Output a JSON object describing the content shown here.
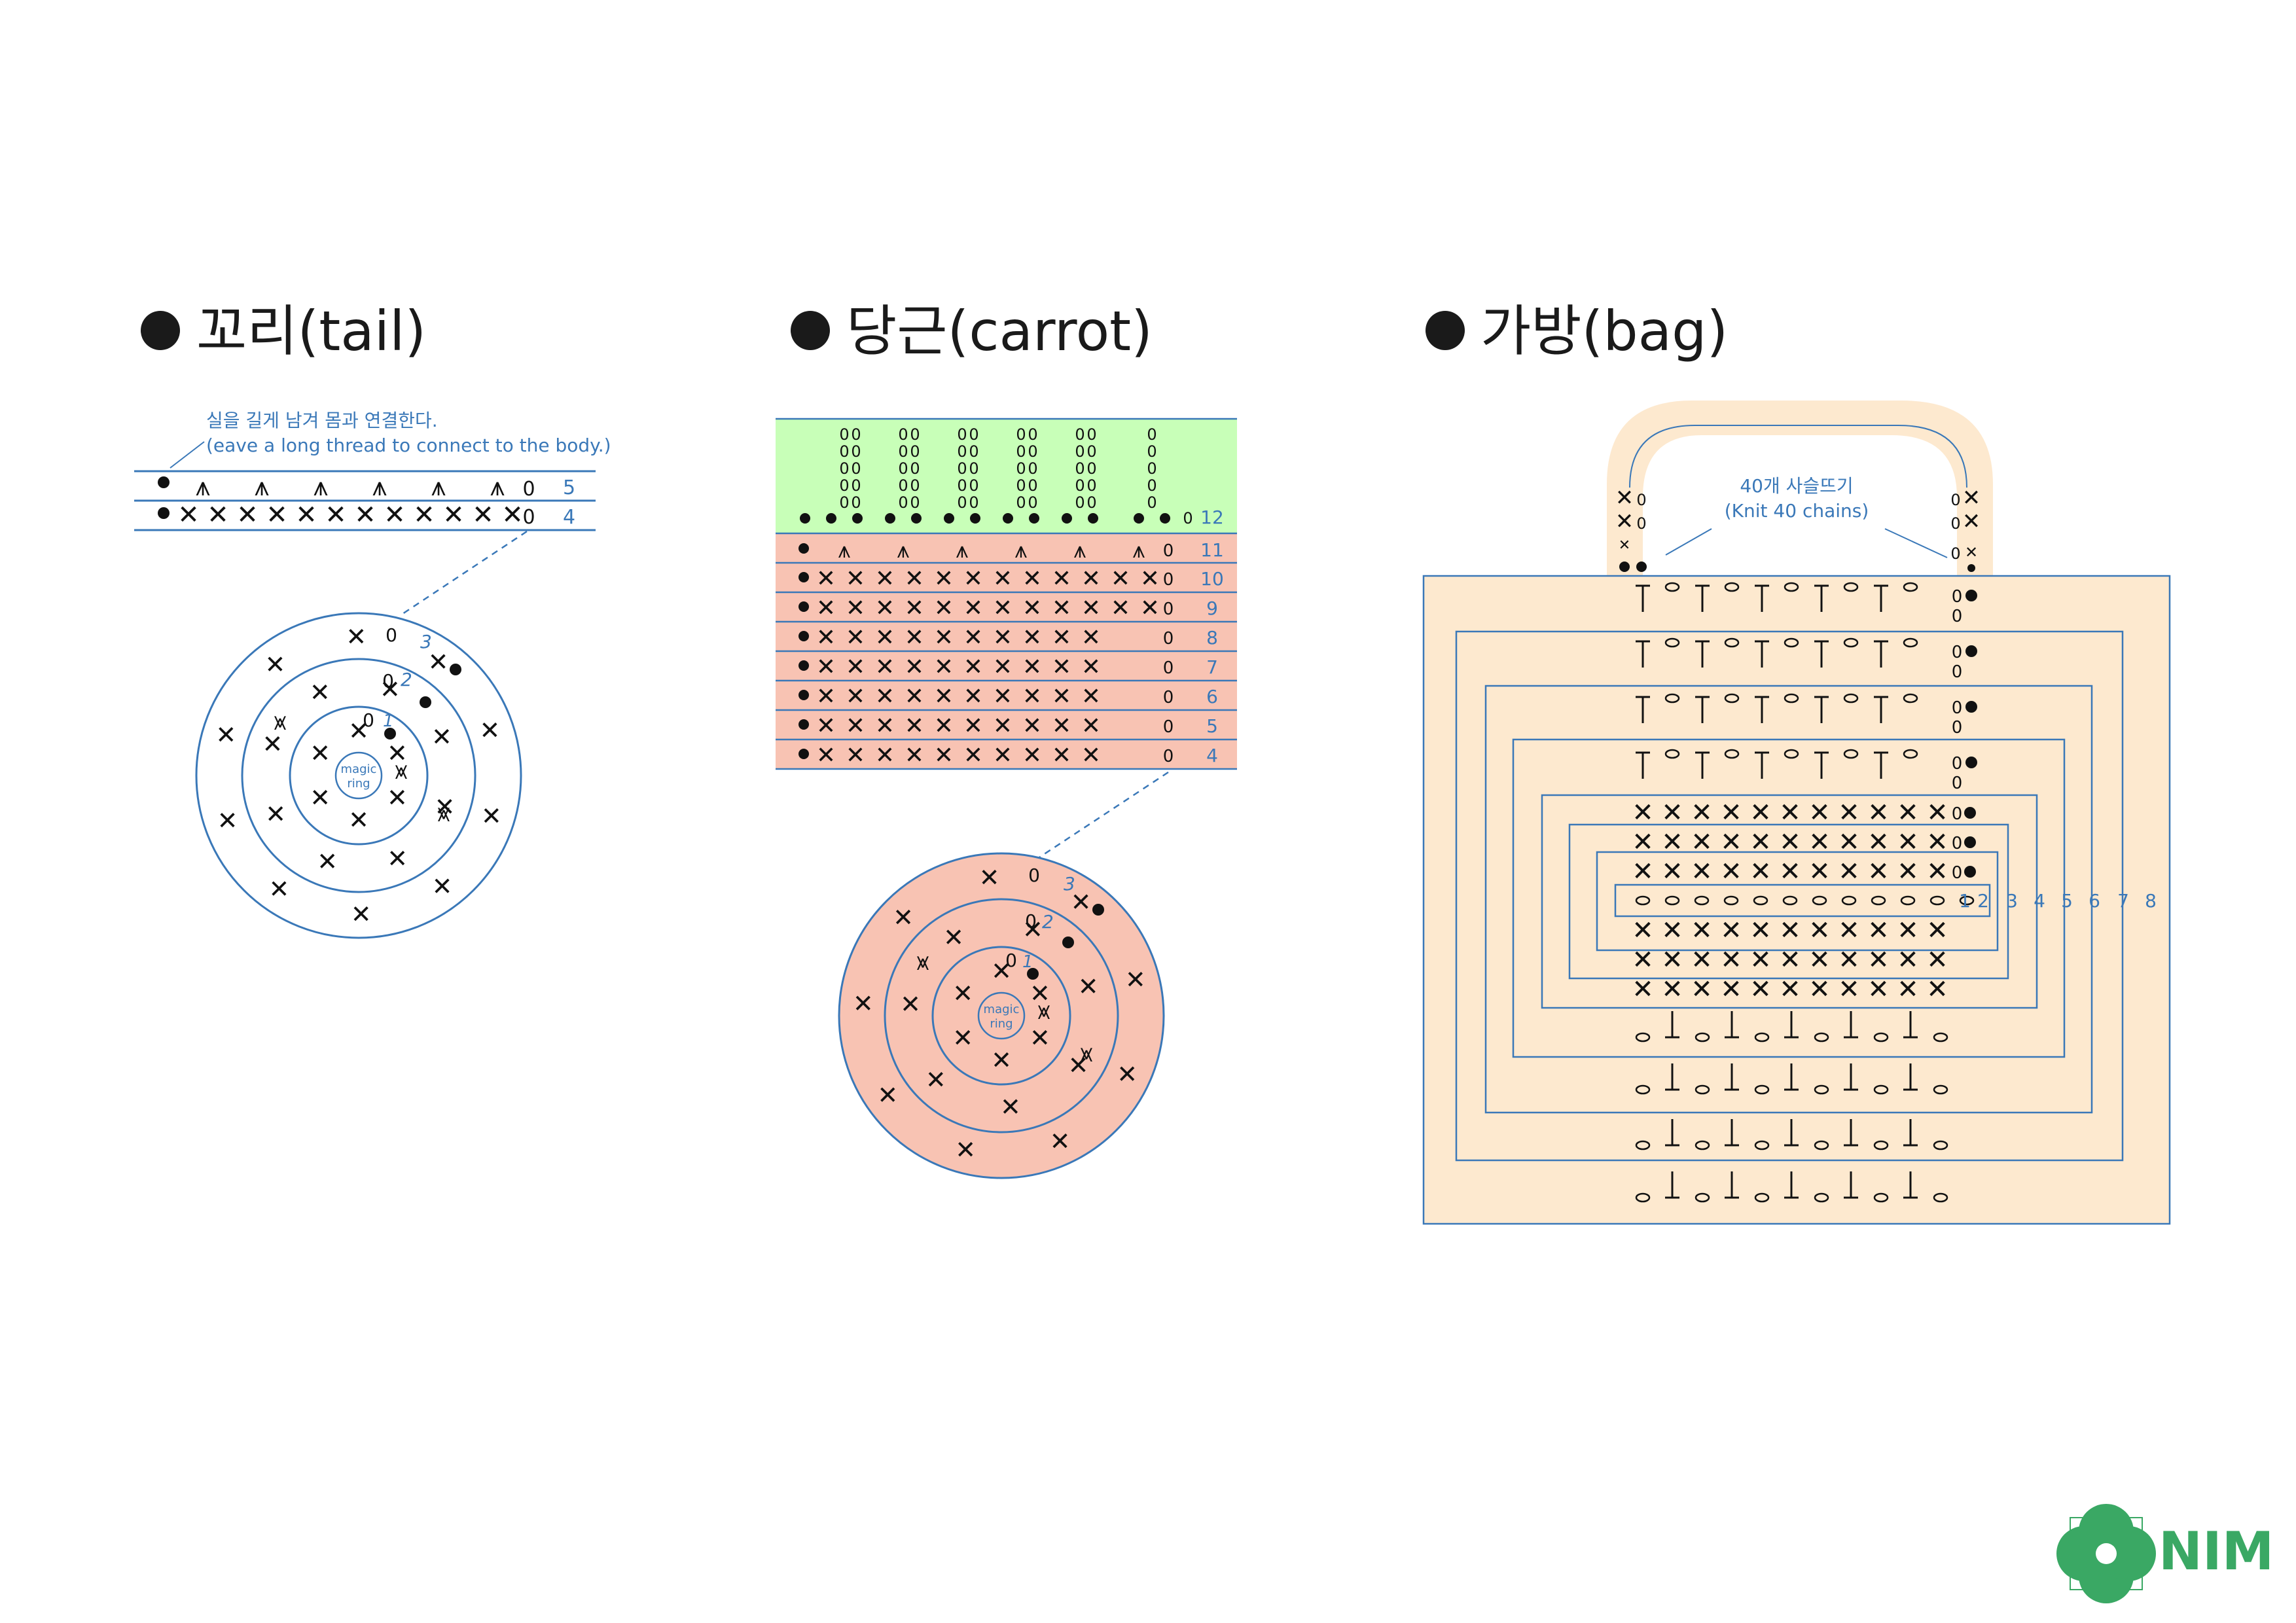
{
  "sections": {
    "tail": {
      "title": "꼬리(tail)",
      "note_ko": "실을 길게 남겨 몸과 연결한다.",
      "note_en": "(eave a long thread to connect to the body.)",
      "row5": "5",
      "row4": "4",
      "round1": "1",
      "round2": "2",
      "round3": "3",
      "ring1": "magic",
      "ring2": "ring"
    },
    "carrot": {
      "title": "당근(carrot)",
      "row_numbers": [
        "12",
        "11",
        "10",
        "9",
        "8",
        "7",
        "6",
        "5",
        "4"
      ],
      "round1": "1",
      "round2": "2",
      "round3": "3",
      "ring1": "magic",
      "ring2": "ring",
      "colors": {
        "top_band": "#c8ffb8",
        "body": "#f8c3b3"
      }
    },
    "bag": {
      "title": "가방(bag)",
      "handle_ko": "40개 사슬뜨기",
      "handle_en": "(Knit 40 chains)",
      "round_numbers": [
        "1",
        "2",
        "3",
        "4",
        "5",
        "6",
        "7",
        "8"
      ],
      "colors": {
        "fill": "#fde9cf"
      }
    }
  },
  "brand": {
    "name": "NIM",
    "color": "#3aa864"
  },
  "symbols": {
    "sc": "✕",
    "chain": "0",
    "slip": "●",
    "inc": "⩙",
    "dec": "⩚"
  }
}
